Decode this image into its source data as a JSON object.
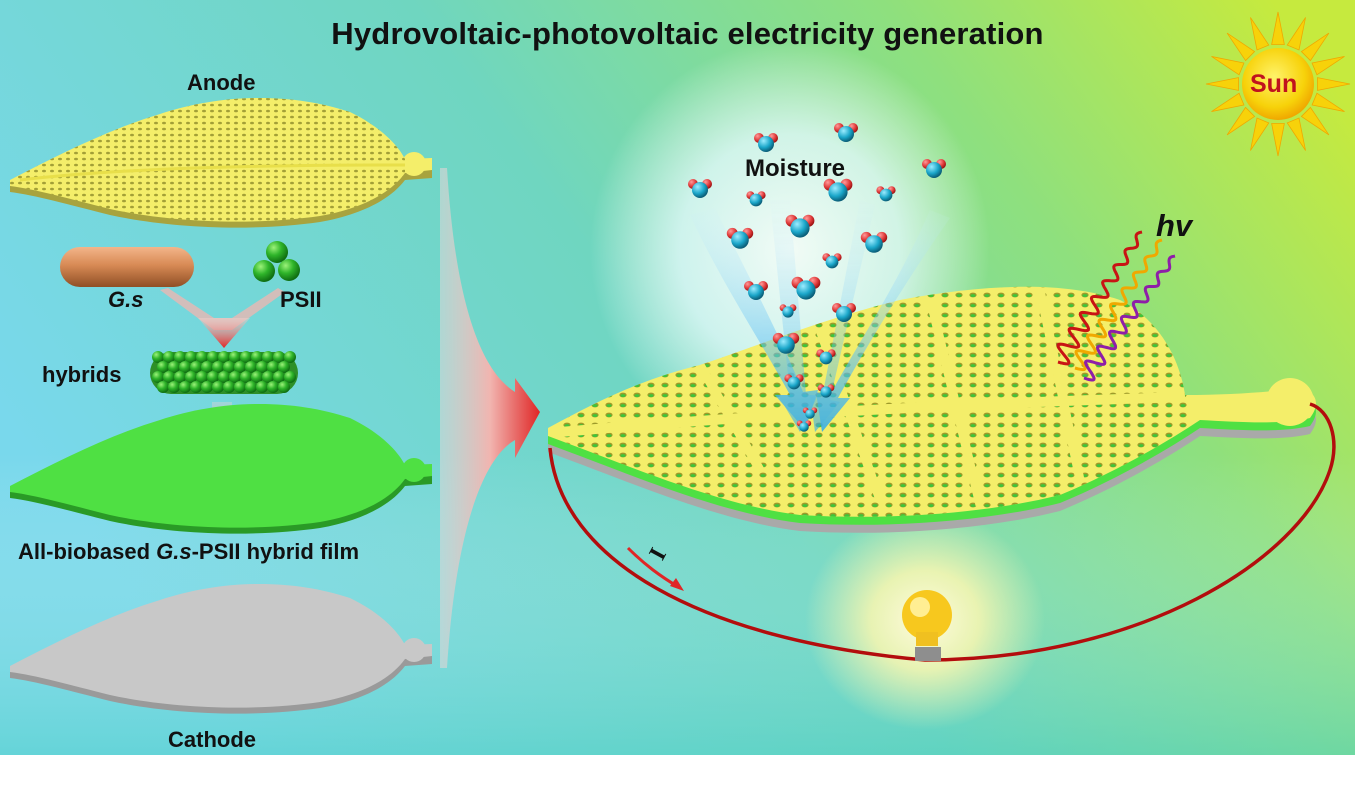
{
  "title": "Hydrovoltaic-photovoltaic electricity generation",
  "left_panel": {
    "anode_label": "Anode",
    "gs_label": "G.s",
    "psii_label": "PSII",
    "hybrids_label": "hybrids",
    "film_label_prefix": "All-biobased ",
    "film_label_italic": "G.s",
    "film_label_suffix": "-PSII hybrid film",
    "cathode_label": "Cathode"
  },
  "right_panel": {
    "moisture_label": "Moisture",
    "sun_label": "Sun",
    "light_label": "hv",
    "current_label": "I"
  },
  "colors": {
    "anode": "#f4ee6a",
    "hybrid_film": "#46d83d",
    "cathode": "#c8c8c8",
    "wire": "#b30d0d",
    "water_oxygen": "#e03a3a",
    "water_core": "#1aa6c9",
    "sun": "#f7d20a",
    "background_left": "#7ad8e8",
    "background_right": "#b9e85a"
  },
  "icons": [
    "sun-icon",
    "light-bulb-icon",
    "water-molecule-icon",
    "light-wave-icon",
    "arrow-icon"
  ]
}
